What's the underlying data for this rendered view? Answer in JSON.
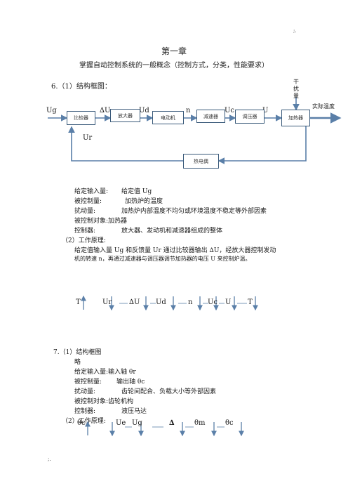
{
  "corner_marks": {
    "top": ";.",
    "bottom": ";."
  },
  "chapter_title": "第一章",
  "chapter_subtitle": "掌握自动控制系统的一般概念（控制方式，分类，性能要求）",
  "q6": {
    "heading": "6.（1）结构框图：",
    "diagram": {
      "disturbance": "干扰量",
      "output_label": "实际温度",
      "signals": {
        "ug": "Ug",
        "du": "∆U",
        "ud": "Ud",
        "n": "n",
        "uc": "Uc",
        "u": "U",
        "ur": "Ur"
      },
      "blocks": {
        "comparator": "比较器",
        "amplifier": "放大器",
        "motor": "电动机",
        "reducer": "减速器",
        "regulator": "调压器",
        "heater": "加热器",
        "thermocouple": "热电偶"
      }
    },
    "definitions": [
      {
        "label": "给定输入量:",
        "value": "给定值 Ug"
      },
      {
        "label": "被控制量:",
        "value": "加热炉的温度"
      },
      {
        "label": "扰动量:",
        "value": "加热炉内部温度不均匀或环境温度不稳定等外部因素"
      },
      {
        "label": "被控制对象:",
        "value": "加热器"
      },
      {
        "label": "控制器:",
        "value": "放大器、发动机和减速器组成的整体"
      }
    ],
    "principle_heading": "（2）工作原理:",
    "principle_line1": "给定值输入量 Ug 和反馈量 Ur 通过比较器输出 ∆U，经放大器控制发动",
    "principle_line2": "机的转速 n，再通过减速器与调压器调节加热器的电压 U 来控制炉温。",
    "chain": [
      "T",
      "Ur",
      "∆U",
      "Ud",
      "n",
      "Uc",
      "U",
      "T"
    ]
  },
  "q7": {
    "heading": "7.（1）结构框图",
    "omitted": "略",
    "definitions": [
      {
        "label": "给定输入量:",
        "value": "输入轴 θr"
      },
      {
        "label": "被控制量:",
        "value": "输出轴 θc"
      },
      {
        "label": "扰动量:",
        "value": "齿轮间配合、负载大小等外部因素"
      },
      {
        "label": "被控制对象:",
        "value": "齿轮机构"
      },
      {
        "label": "控制器:",
        "value": "液压马达"
      }
    ],
    "principle_heading": "（2）工作原理:",
    "chain": [
      "θc",
      "Ue",
      "Ug",
      "∆",
      "θm",
      "θc"
    ]
  },
  "colors": {
    "arrow": "#5a7fa8",
    "block_border": "#3a5a7a",
    "text": "#1a1a1a"
  }
}
